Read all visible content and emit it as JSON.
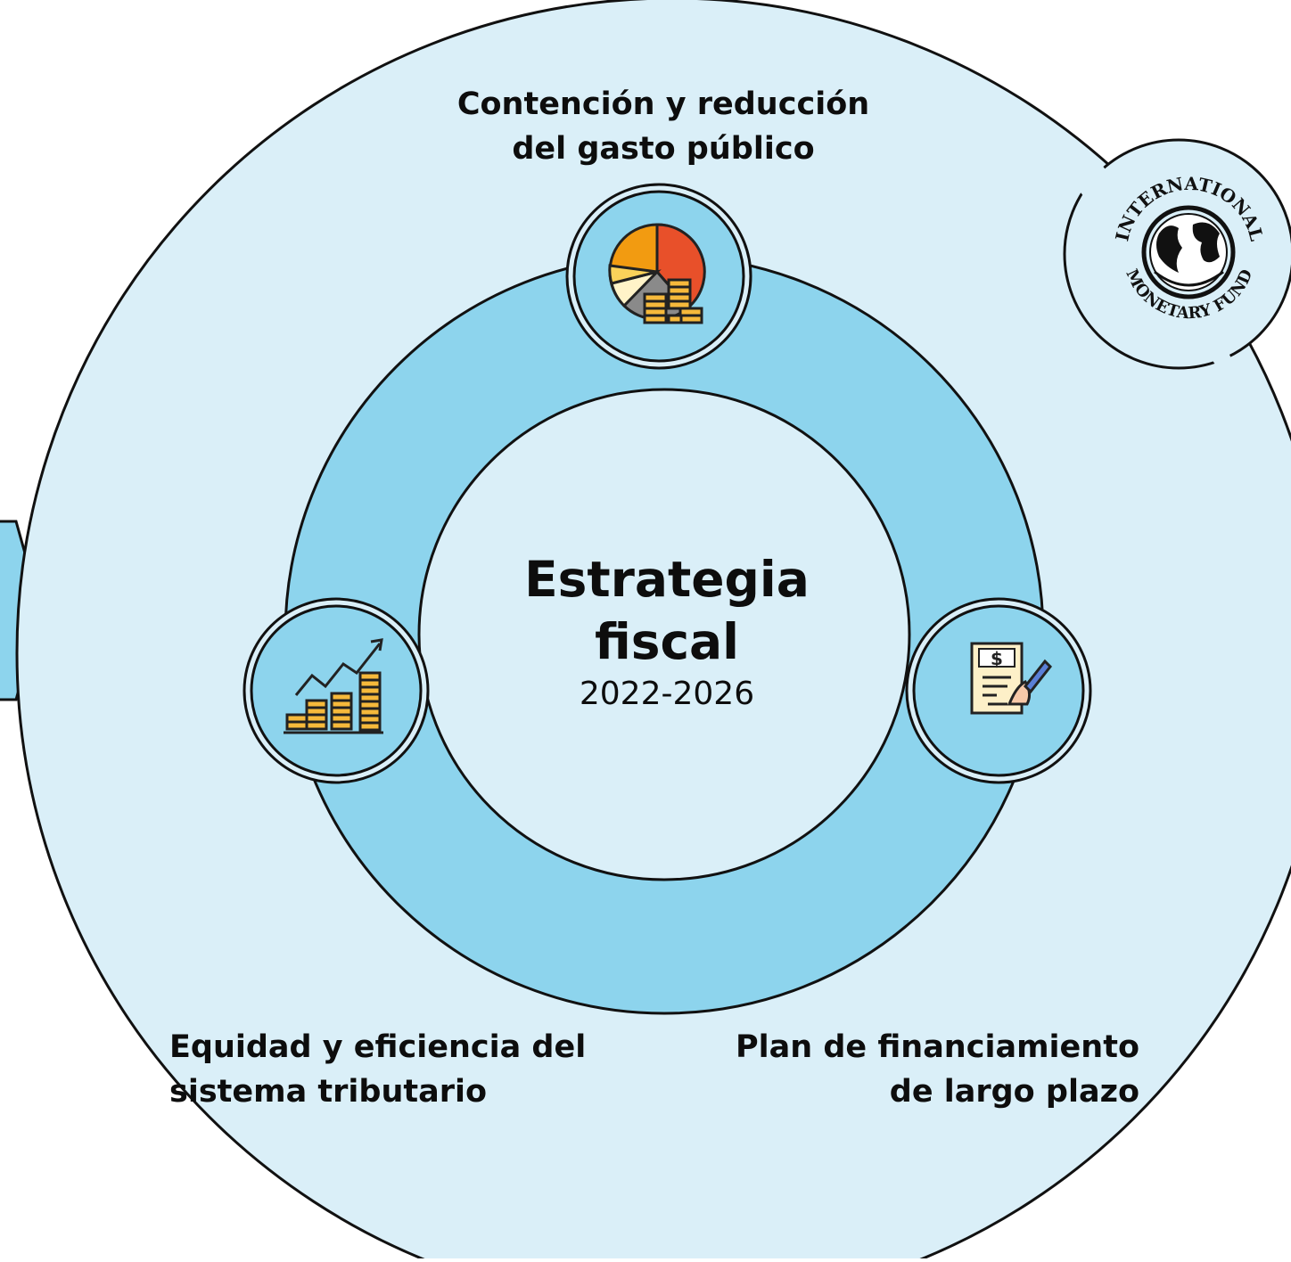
{
  "diagram": {
    "center": {
      "title_line1": "Estrategia",
      "title_line2": "fiscal",
      "subtitle": "2022-2026"
    },
    "nodes": [
      {
        "label_line1": "Contención y reducción",
        "label_line2": "del gasto público",
        "icon": "pie-chart-coins-icon"
      },
      {
        "label_line1": "Equidad y eficiencia del",
        "label_line2": "sistema tributario",
        "icon": "growth-chart-coins-icon"
      },
      {
        "label_line1": "Plan de financiamiento",
        "label_line2": "de largo plazo",
        "icon": "signed-contract-icon"
      }
    ],
    "logo": {
      "icon": "imf-seal-logo",
      "text_top": "INTERNATIONAL",
      "text_bottom": "MONETARY FUND"
    },
    "colors": {
      "outer_fill": "#daeff8",
      "ring_fill": "#8dd4ed",
      "node_fill": "#8dd4ed",
      "center_fill": "#daeff8",
      "stroke": "#111111",
      "text": "#0d0d0d"
    }
  }
}
